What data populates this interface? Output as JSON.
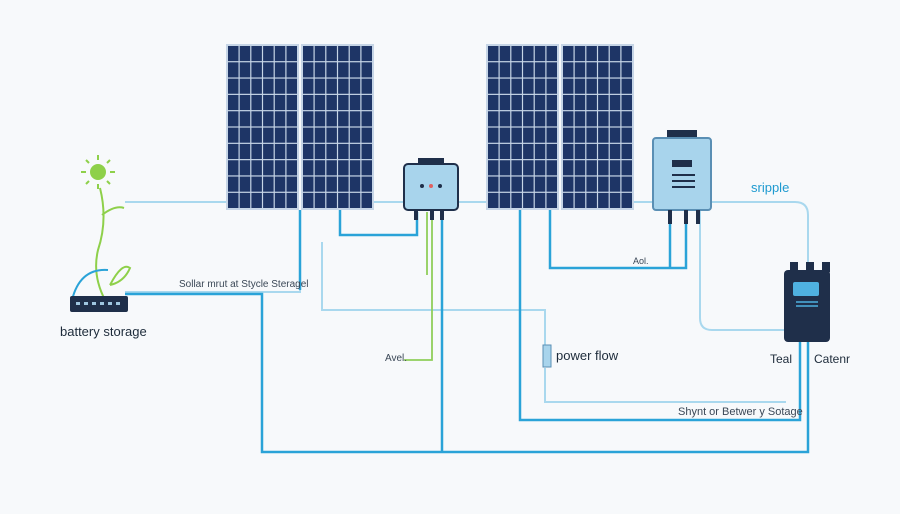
{
  "labels": {
    "battery_storage": "battery storage",
    "solar_storage": "Sollar mrut at Stycle Steragel",
    "avel_left": "Avel.",
    "power_flow": "power flow",
    "aol": "Aol.",
    "sripple": "sripple",
    "teal": "Teal",
    "catenr": "Catenr",
    "shynt": "Shynt or Betwer y Sotage"
  },
  "colors": {
    "wire_blue": "#2aa3d8",
    "wire_light": "#a9d8ee",
    "wire_green": "#8fce5a",
    "panel_cell": "#1e3566",
    "panel_frame": "#c6d5e6",
    "device_body": "#a8d4ec",
    "battery_body": "#1f2f4a",
    "sun": "#8ed04a"
  }
}
